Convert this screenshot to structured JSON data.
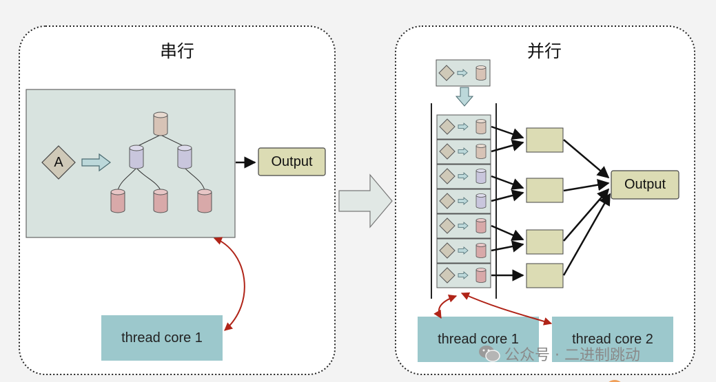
{
  "panels": {
    "serial_title": "串行",
    "parallel_title": "并行"
  },
  "serial": {
    "node_a": "A",
    "output": "Output",
    "thread": "thread core 1"
  },
  "parallel": {
    "output": "Output",
    "thread1": "thread core 1",
    "thread2": "thread core 2"
  },
  "watermark": "公众号 · 二进制跳动",
  "colors": {
    "panel_fill": "#d8e3df",
    "output_fill": "#dcdcb4",
    "thread_fill": "#9cc8cc",
    "arrow_red": "#b02418",
    "cyl_beige": "#d7c3b6",
    "cyl_purple": "#c9c6dd",
    "cyl_red": "#d8a9a9"
  }
}
